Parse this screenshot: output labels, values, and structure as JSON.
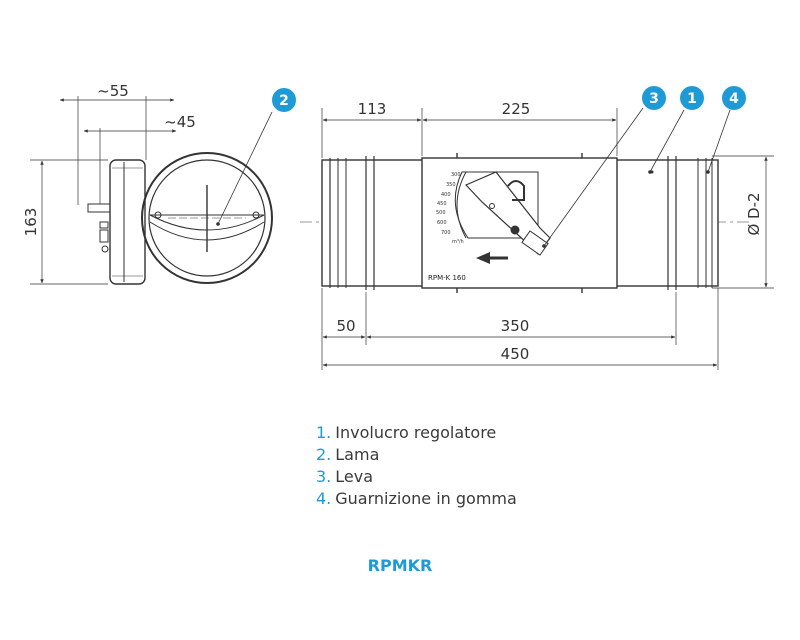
{
  "colors": {
    "accent": "#1e9bd7",
    "line": "#333333",
    "text": "#3a3a3a"
  },
  "side_view": {
    "dim_approx_55": "~55",
    "dim_approx_45": "~45",
    "dim_height_163": "163"
  },
  "main_view": {
    "dim_113": "113",
    "dim_225": "225",
    "dim_50": "50",
    "dim_350": "350",
    "dim_450": "450",
    "dim_diameter": "Ø D-2",
    "model_label": "RPM-K 160",
    "scale_labels": [
      "300",
      "350",
      "400",
      "450",
      "500",
      "600",
      "700",
      "m³/h"
    ]
  },
  "callouts": [
    "2",
    "3",
    "1",
    "4"
  ],
  "legend": {
    "items": [
      {
        "num": "1.",
        "text": "Involucro regolatore"
      },
      {
        "num": "2.",
        "text": "Lama"
      },
      {
        "num": "3.",
        "text": "Leva"
      },
      {
        "num": "4.",
        "text": "Guarnizione in gomma"
      }
    ]
  },
  "product_code": "RPMKR"
}
